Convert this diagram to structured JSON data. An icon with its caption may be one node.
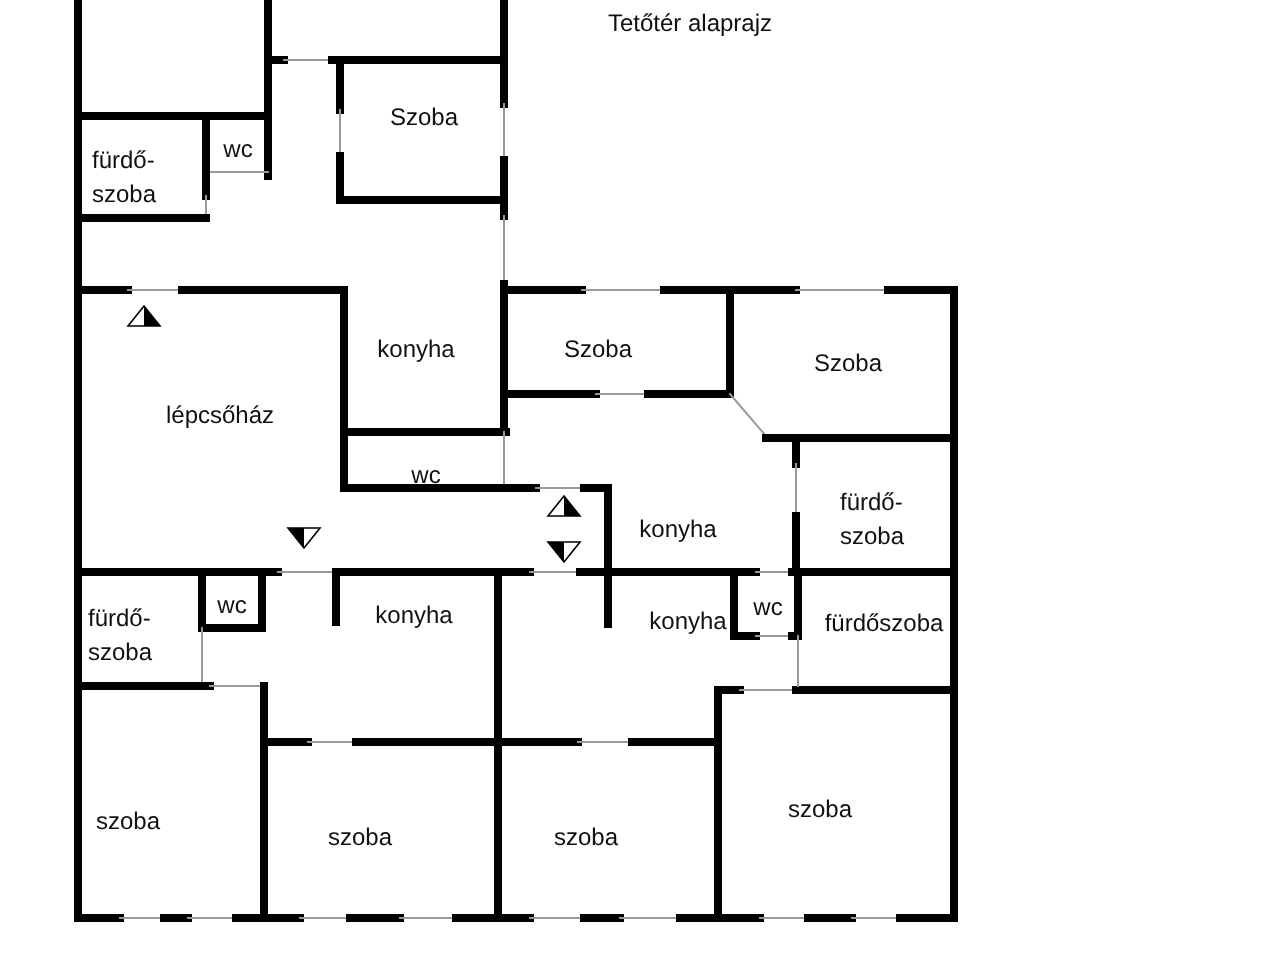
{
  "diagram": {
    "title": "Tetőtér alaprajz",
    "labels": [
      "Szoba",
      "wc",
      "fürdő-szoba",
      "konyha",
      "Szoba",
      "Szoba",
      "lépcsőház",
      "wc",
      "konyha",
      "fürdő-szoba",
      "wc",
      "fürdő-szoba",
      "konyha",
      "konyha",
      "wc",
      "fürdőszoba",
      "szoba",
      "szoba",
      "szoba",
      "szoba"
    ]
  }
}
